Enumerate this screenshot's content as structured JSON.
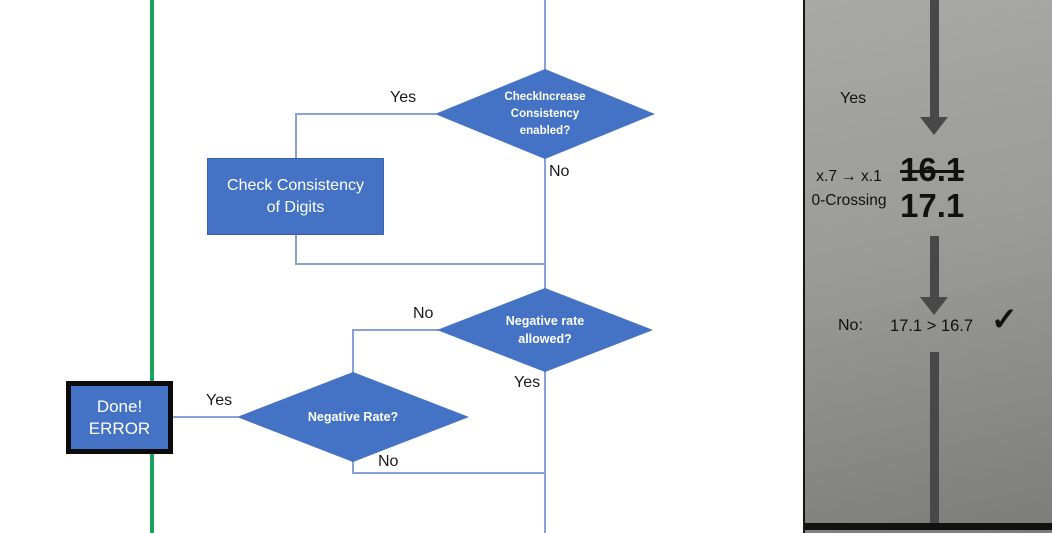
{
  "colors": {
    "shape_blue": "#4472C4",
    "connector_blue": "#87A3D6",
    "green_line": "#14A45A",
    "panel_arrow_gray": "#484848",
    "panel_bg_top": "#A8A8A6",
    "panel_bg_bottom": "#7C7C7A"
  },
  "flowchart": {
    "decision_check_increase": "CheckIncrease\nConsistency\nenabled?",
    "process_check_consistency": "Check Consistency\nof Digits",
    "decision_negative_rate_allowed": "Negative rate\nallowed?",
    "decision_negative_rate": "Negative Rate?",
    "terminator_done_error": "Done!\nERROR",
    "labels": {
      "yes_top": "Yes",
      "no_top": "No",
      "no_mid": "No",
      "yes_mid": "Yes",
      "yes_done": "Yes",
      "no_bottom": "No"
    }
  },
  "side_panel": {
    "yes_label": "Yes",
    "rule_note": "x.7 → x.1\n0-Crossing",
    "old_value": "16.1",
    "new_value": "17.1",
    "result_label": "No:",
    "result_comparison": "17.1 > 16.7",
    "checkmark": "✓"
  }
}
